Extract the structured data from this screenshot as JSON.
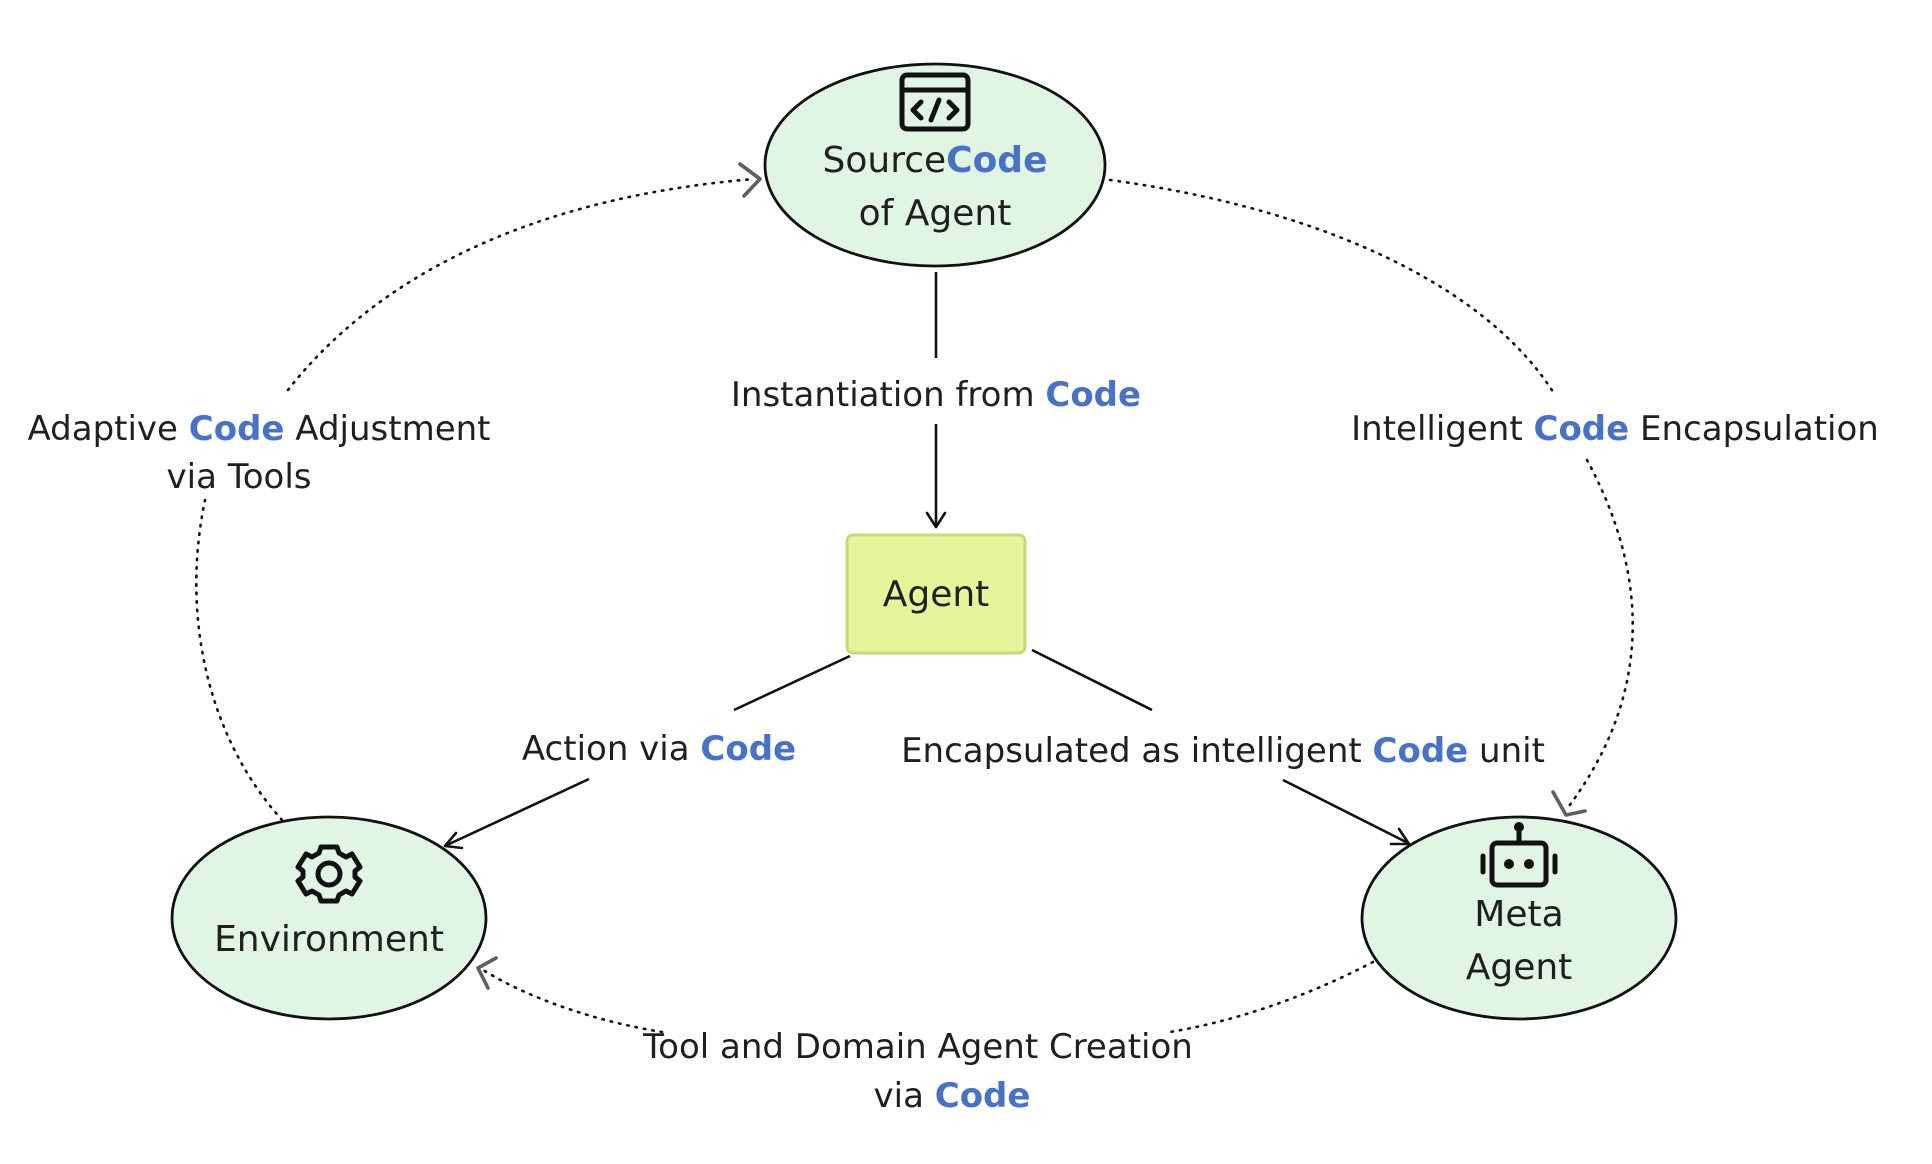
{
  "nodes": {
    "source_code": {
      "line1_prefix": "Source",
      "line1_keyword": "Code",
      "line2": "of Agent",
      "icon": "code-window-icon"
    },
    "agent": {
      "label": "Agent"
    },
    "environment": {
      "label": "Environment",
      "icon": "gear-icon"
    },
    "meta_agent": {
      "line1": "Meta",
      "line2": "Agent",
      "icon": "robot-icon"
    }
  },
  "edges": {
    "instantiation": {
      "prefix": "Instantiation from ",
      "keyword": "Code"
    },
    "action": {
      "prefix": "Action via ",
      "keyword": "Code"
    },
    "encapsulated": {
      "prefix": "Encapsulated as intelligent ",
      "keyword": "Code",
      "suffix": " unit"
    },
    "adaptive": {
      "prefix": "Adaptive ",
      "keyword": "Code",
      "suffix": " Adjustment",
      "line2": "via Tools"
    },
    "intelligent": {
      "prefix": "Intelligent ",
      "keyword": "Code",
      "suffix": " Encapsulation"
    },
    "tool_domain": {
      "line1": "Tool and Domain Agent Creation",
      "line2_prefix": "via ",
      "line2_keyword": "Code"
    }
  },
  "colors": {
    "ellipse_fill": "#e1f5e4",
    "agent_fill": "#e6f59a",
    "agent_border": "#c2dc7c",
    "keyword": "#4a72c4",
    "text": "#1f1f1f"
  }
}
